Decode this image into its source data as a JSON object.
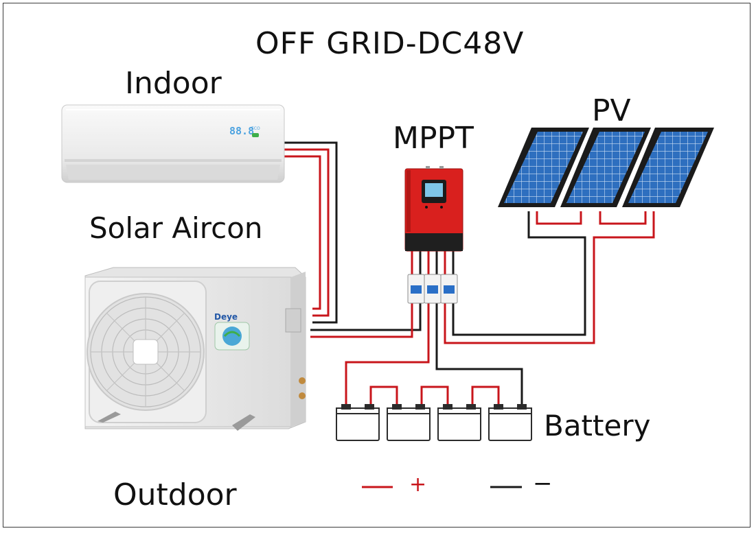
{
  "title": "OFF GRID-DC48V",
  "labels": {
    "indoor": "Indoor",
    "pv": "PV",
    "mppt": "MPPT",
    "solar_aircon": "Solar Aircon",
    "battery": "Battery",
    "outdoor": "Outdoor"
  },
  "legend": {
    "positive_symbol": "+",
    "negative_symbol": "−"
  },
  "indoor_unit": {
    "display_text": "88.8",
    "badge_text": "ECO"
  },
  "outdoor_unit": {
    "brand_text": "Deye"
  },
  "colors": {
    "positive_wire": "#c8151b",
    "negative_wire": "#1a1a1a",
    "controller": "#d9201e",
    "solar_cell": "#2e6fbf",
    "outline": "#3a3a3a"
  },
  "icons": [
    "indoor-unit-icon",
    "outdoor-unit-icon",
    "mppt-controller-icon",
    "solar-panel-icon",
    "breaker-icon",
    "battery-icon"
  ]
}
